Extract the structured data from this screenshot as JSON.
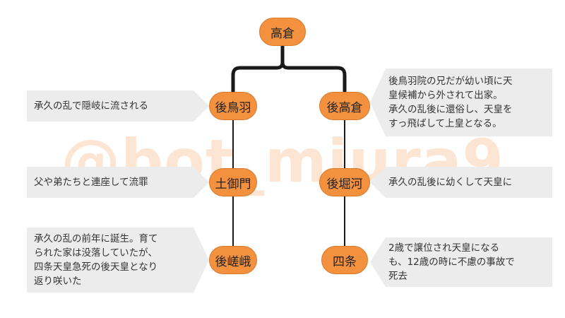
{
  "watermark": "@bot_miura9",
  "nodes": {
    "root": "高倉",
    "left1": "後鳥羽",
    "right1": "後高倉",
    "left2": "土御門",
    "right2": "後堀河",
    "left3": "後嵯峨",
    "right3": "四条"
  },
  "notes": {
    "left1": "承久の乱で隠岐に流される",
    "right1": "後鳥羽院の兄だが幼い頃に天\n皇候補から外されて出家。\n承久の乱後に還俗し、天皇を\nすっ飛ばして上皇となる。",
    "left2": "父や弟たちと連座して流罪",
    "right2": "承久の乱後に幼くして天皇に",
    "left3": "承久の乱の前年に誕生。育て\nられた家は没落していたが、\n四条天皇急死の後天皇となり\n返り咲いた",
    "right3": "2歳で譲位され天皇になる\nも、12歳の時に不慮の事故で\n死去"
  },
  "colors": {
    "node_fill": "#f4913e",
    "note_fill": "#ececec",
    "line": "#1a1a1a",
    "watermark": "#fde1cc"
  }
}
